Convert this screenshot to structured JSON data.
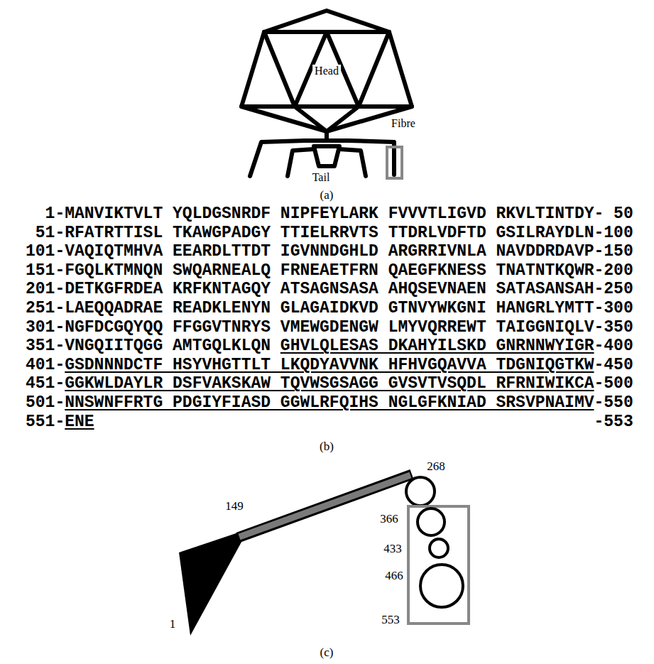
{
  "diagram": {
    "labels": [
      "Head",
      "Fibre",
      "Tail",
      "(a)",
      "1-",
      "MANVIKTVLT YQLDGSNRDF NIPFEYLARK FVVVTLIGVD RKVLTINTDY",
      "- 50",
      "51-",
      "RFATRTTISL TKAWGPADGY TTIELRRVTS TTDRLVDFTD GSILRAYDLN",
      "-100",
      "101-",
      "VAQIQTMHVA EEARDLTTDT IGVNNDGHLD ARGRRIVNLA NAVDDRDAVP",
      "-150",
      "151-",
      "FGQLKTMNQN SWQARNEALQ FRNEAETFRN QAEGFKNESS TNATNTKQWR",
      "-200",
      "201-",
      "DETKGFRDEA KRFKNTAGQY ATSAGNSASA AHQSEVNAEN SATASANSAH",
      "-250",
      "251-",
      "LAEQQADRAE READKLENYN GLAGAIDKVD GTNVYWKGNI HANGRLYMTT",
      "-300",
      "301-",
      "NGFDCGQYQQ FFGGVTNRYS VMEWGDENGW LMYVQRREWT TAIGGNIQLV",
      "-350",
      "351-",
      "VNGQIITQGG AMTGQLKLQN",
      "GHVLQLESAS DKAHYILSKD GNRNNWYIGR",
      "-400",
      "401-",
      "GSDNNNDCTF HSYVHGTTLT LKQDYAVVNK HFHVGQAVVA TDGNIQGTKW",
      "-450",
      "451-",
      "GGKWLDAYLR DSFVAKSKAW TQVWSGSAGG GVSVTVSQDL RFRNIWIKCA",
      "-500",
      "501-",
      "NNSWNFFRTG PDGIYFIASD GGWLRFQIHS NGLGFKNIAD SRSVPNAIMV",
      "-550",
      "551-",
      "ENE",
      "-553",
      "(b)",
      "149",
      "1",
      "268",
      "366",
      "433",
      "466",
      "553",
      "(c)"
    ]
  }
}
